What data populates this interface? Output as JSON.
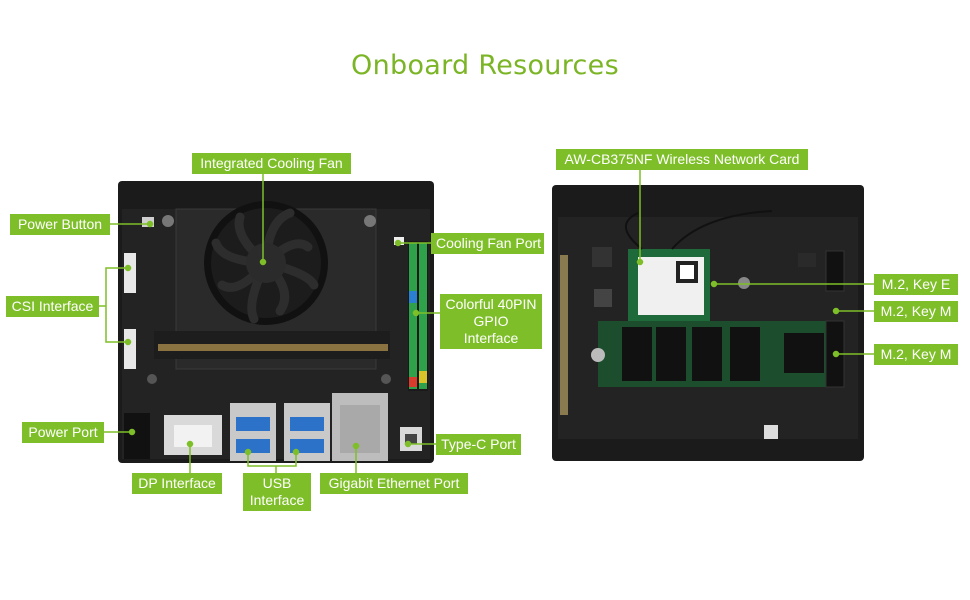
{
  "title": "Onboard Resources",
  "left_labels": {
    "cooling_fan": "Integrated Cooling Fan",
    "power_button": "Power Button",
    "csi": "CSI Interface",
    "power_port": "Power Port",
    "fan_port": "Cooling Fan Port",
    "gpio_line1": "Colorful 40PIN",
    "gpio_line2": "GPIO Interface",
    "typec": "Type-C Port",
    "dp": "DP Interface",
    "usb_line1": "USB",
    "usb_line2": "Interface",
    "ethernet": "Gigabit Ethernet Port"
  },
  "right_labels": {
    "wifi": "AW-CB375NF Wireless Network Card",
    "m2_e": "M.2, Key E",
    "m2_m1": "M.2, Key M",
    "m2_m2": "M.2, Key M"
  },
  "colors": {
    "accent": "#7ebf29",
    "title": "#7bb526",
    "board_case": "#1b1b1b"
  }
}
